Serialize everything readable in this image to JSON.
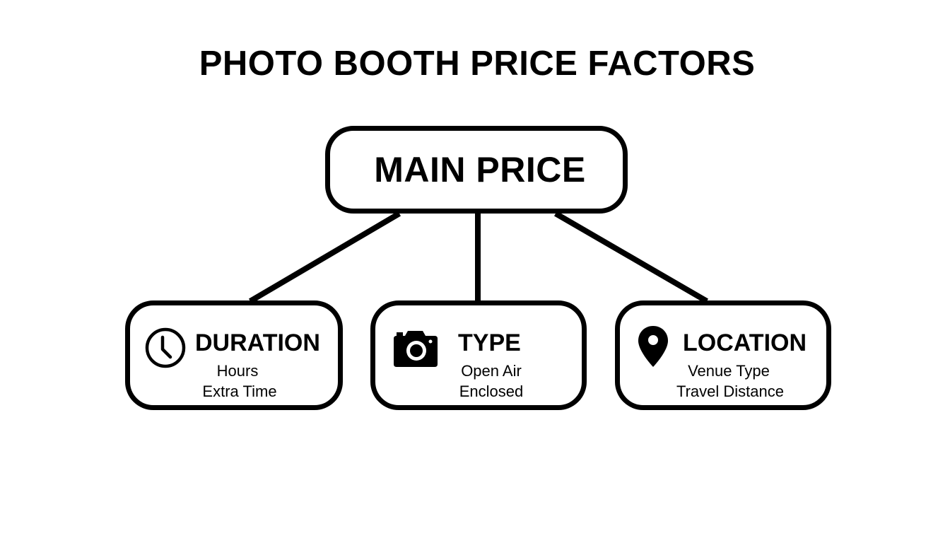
{
  "title": "PHOTO BOOTH PRICE FACTORS",
  "main": {
    "label": "MAIN PRICE"
  },
  "factors": [
    {
      "title": "DURATION",
      "icon": "clock-icon",
      "items": [
        "Hours",
        "Extra Time"
      ]
    },
    {
      "title": "TYPE",
      "icon": "camera-icon",
      "items": [
        "Open Air",
        "Enclosed"
      ]
    },
    {
      "title": "LOCATION",
      "icon": "map-pin-icon",
      "items": [
        "Venue Type",
        "Travel Distance"
      ]
    }
  ],
  "colors": {
    "stroke": "#000000",
    "background": "#ffffff"
  }
}
